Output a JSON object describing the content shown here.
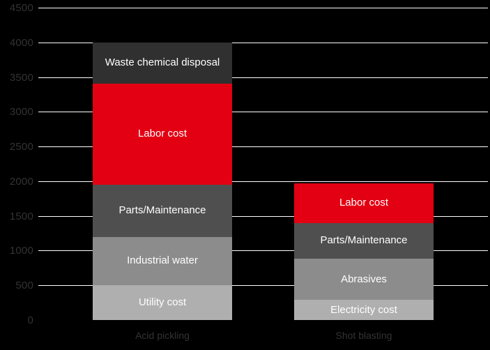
{
  "chart_data": {
    "type": "bar",
    "subtype": "stacked-bar",
    "title": "",
    "xlabel": "",
    "ylabel": "",
    "ylim": [
      0,
      4500
    ],
    "ytick_step": 500,
    "yticks": [
      "0",
      "500",
      "1000",
      "1500",
      "2000",
      "2500",
      "3000",
      "3500",
      "4000",
      "4500"
    ],
    "grid": true,
    "legend": "none (in-bar labels)",
    "categories": [
      "Acid pickling",
      "Shot blasting"
    ],
    "series": [
      {
        "name": "Utility cost",
        "values": [
          500,
          null
        ]
      },
      {
        "name": "Electricity cost",
        "values": [
          null,
          290
        ]
      },
      {
        "name": "Industrial water",
        "values": [
          700,
          null
        ]
      },
      {
        "name": "Abrasives",
        "values": [
          null,
          590
        ]
      },
      {
        "name": "Parts/Maintenance",
        "values": [
          750,
          520
        ]
      },
      {
        "name": "Labor cost",
        "values": [
          1455,
          570
        ]
      },
      {
        "name": "Waste chemical disposal",
        "values": [
          595,
          null
        ]
      }
    ],
    "totals": [
      4000,
      1970
    ],
    "bars": [
      {
        "category": "Acid pickling",
        "total": 4000,
        "segments": [
          {
            "label": "Utility cost",
            "value": 500,
            "start": 0,
            "end": 500,
            "color": "#AFAFAF"
          },
          {
            "label": "Industrial water",
            "value": 700,
            "start": 500,
            "end": 1200,
            "color": "#8C8C8C"
          },
          {
            "label": "Parts/Maintenance",
            "value": 750,
            "start": 1200,
            "end": 1950,
            "color": "#4F4F4F"
          },
          {
            "label": "Labor cost",
            "value": 1455,
            "start": 1950,
            "end": 3405,
            "color": "#E30012"
          },
          {
            "label": "Waste chemical disposal",
            "value": 595,
            "start": 3405,
            "end": 4000,
            "color": "#303030"
          }
        ]
      },
      {
        "category": "Shot blasting",
        "total": 1970,
        "segments": [
          {
            "label": "Electricity cost",
            "value": 290,
            "start": 0,
            "end": 290,
            "color": "#AFAFAF"
          },
          {
            "label": "Abrasives",
            "value": 590,
            "start": 290,
            "end": 880,
            "color": "#8C8C8C"
          },
          {
            "label": "Parts/Maintenance",
            "value": 520,
            "start": 880,
            "end": 1400,
            "color": "#4F4F4F"
          },
          {
            "label": "Labor cost",
            "value": 570,
            "start": 1400,
            "end": 1970,
            "color": "#E30012"
          }
        ]
      }
    ],
    "colors": {
      "background": "#000000",
      "gridline": "#FFFFFF",
      "accent_red": "#E30012",
      "dark_gray": "#303030",
      "mid_dark_gray": "#4F4F4F",
      "mid_gray": "#8C8C8C",
      "light_gray": "#AFAFAF",
      "axis_text": "#333333",
      "segment_text": "#FFFFFF"
    }
  }
}
